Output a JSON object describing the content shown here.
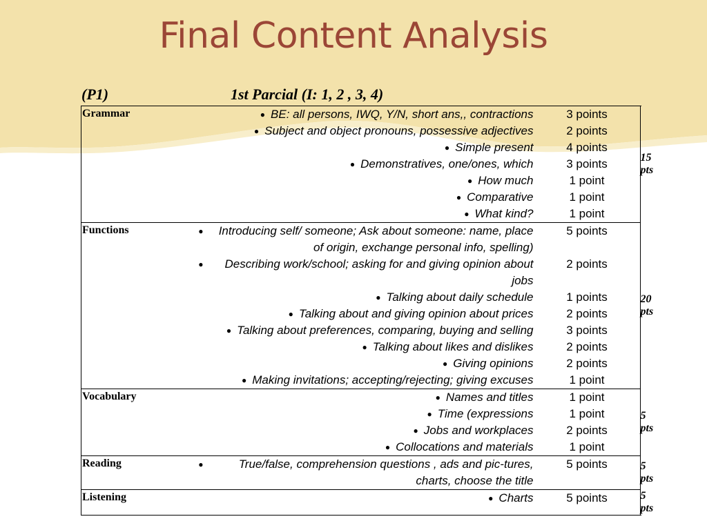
{
  "title": "Final Content Analysis",
  "header": {
    "left": "(P1)",
    "right": "1st Parcial (I: 1, 2 , 3, 4)"
  },
  "colors": {
    "title": "#9b4636",
    "wave_band": "#f3e2ab"
  },
  "sections": [
    {
      "category": "Grammar",
      "total": "15 pts",
      "rows": [
        {
          "topic": "BE: all persons, IWQ, Y/N, short ans,, contractions",
          "points": "3 points"
        },
        {
          "topic": "Subject and object pronouns, possessive adjectives",
          "points": "2 points"
        },
        {
          "topic": "Simple present",
          "points": "4 points"
        },
        {
          "topic": "Demonstratives, one/ones, which",
          "points": "3 points"
        },
        {
          "topic": "How much",
          "points": "1 point"
        },
        {
          "topic": "Comparative",
          "points": "1 point"
        },
        {
          "topic": "What kind?",
          "points": "1 point"
        }
      ]
    },
    {
      "category": "Functions",
      "total": "20 pts",
      "rows": [
        {
          "topic": "Introducing self/ someone; Ask about someone: name, place of origin, exchange personal info, spelling)",
          "points": "5 points"
        },
        {
          "topic": "Describing work/school; asking for and giving opinion about jobs",
          "points": "2 points"
        },
        {
          "topic": "Talking about daily schedule",
          "points": "1 points"
        },
        {
          "topic": "Talking about and giving opinion about prices",
          "points": "2 points"
        },
        {
          "topic": "Talking about preferences, comparing, buying and selling",
          "points": "3 points"
        },
        {
          "topic": "Talking about likes and dislikes",
          "points": "2 points"
        },
        {
          "topic": "Giving opinions",
          "points": "2 points"
        },
        {
          "topic": "Making invitations; accepting/rejecting; giving excuses",
          "points": "1 point"
        }
      ]
    },
    {
      "category": "Vocabulary",
      "total": "5 pts",
      "rows": [
        {
          "topic": "Names and titles",
          "points": "1 point"
        },
        {
          "topic": "Time (expressions",
          "points": "1 point"
        },
        {
          "topic": "Jobs and workplaces",
          "points": "2 points"
        },
        {
          "topic": "Collocations and materials",
          "points": "1 point"
        }
      ]
    },
    {
      "category": "Reading",
      "total": "5 pts",
      "rows": [
        {
          "topic": "True/false, comprehension questions , ads and pic-tures, charts, choose the title",
          "points": "5 points"
        }
      ]
    },
    {
      "category": "Listening",
      "total": "5 pts",
      "rows": [
        {
          "topic": "Charts",
          "points": "5 points"
        }
      ]
    }
  ]
}
